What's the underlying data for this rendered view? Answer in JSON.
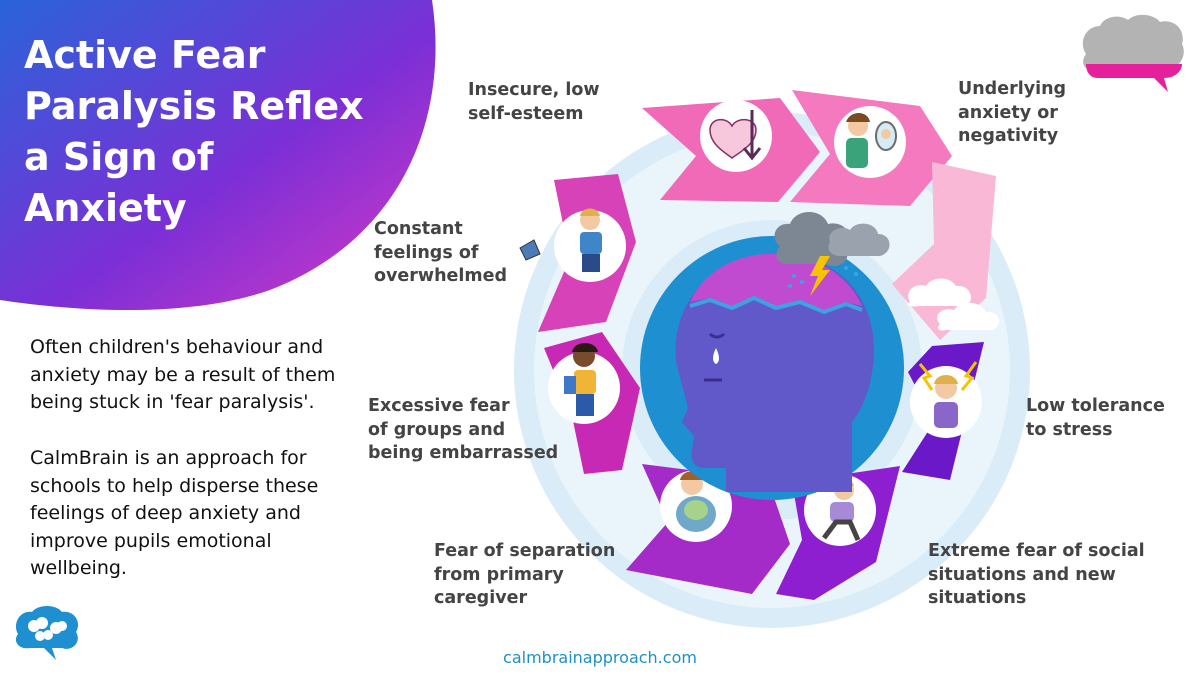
{
  "heading": {
    "title": "Active Fear Paralysis Reflex a Sign of Anxiety"
  },
  "intro": {
    "paragraph_1": "Often children's behaviour and anxiety may be a result of them being stuck in 'fear paralysis'.",
    "paragraph_2": "CalmBrain is an approach for schools to help disperse these feelings of deep anxiety and improve pupils emotional wellbeing."
  },
  "cycle": {
    "items": [
      {
        "label": "Insecure, low\nself-esteem",
        "icon": "broken-heart-down-arrow-icon"
      },
      {
        "label": "Underlying\nanxiety or\nnegativity",
        "icon": "child-with-mirror-icon"
      },
      {
        "label": "Low tolerance\nto stress",
        "icon": "stressed-child-lightning-icon"
      },
      {
        "label": "Extreme fear of social\nsituations and new\nsituations",
        "icon": "crouching-child-icon"
      },
      {
        "label": "Fear of separation\nfrom primary\ncaregiver",
        "icon": "hugging-child-icon"
      },
      {
        "label": "Excessive fear\nof groups and\nbeing embarrassed",
        "icon": "child-with-books-icon"
      },
      {
        "label": "Constant\nfeelings of\noverwhelmed",
        "icon": "child-throwing-book-icon"
      }
    ],
    "center_icon": "sad-head-storm-cloud-icon"
  },
  "footer": {
    "url": "calmbrainapproach.com"
  },
  "colors": {
    "title_gradient_start": "#2a63d9",
    "title_gradient_mid": "#7b2fd6",
    "title_gradient_end": "#d93ac6",
    "ring": "#d9ecf7",
    "ring_inner": "#eaf5fb",
    "head": "#6159c9",
    "brain": "#c04bd0",
    "center_disc": "#1e8fd0",
    "arrow_pink": "#f06ab8",
    "arrow_magenta": "#c729b4",
    "arrow_violet": "#7b1fd0",
    "arrow_light": "#f9b8d6",
    "label_text": "#444444",
    "url_text": "#1e90c8"
  }
}
